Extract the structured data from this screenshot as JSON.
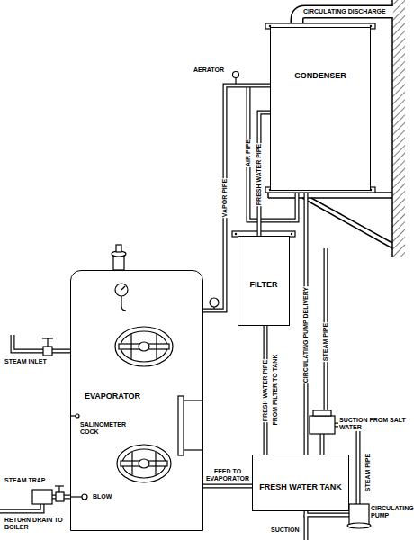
{
  "diagram": {
    "nodes": [
      {
        "text": [
          "CONDENSER"
        ]
      },
      {
        "text": [
          "FILTER"
        ]
      },
      {
        "text": [
          "EVAPORATOR"
        ]
      },
      {
        "text": [
          "FRESH WATER TANK"
        ]
      }
    ],
    "edges": [
      {
        "from": 2,
        "to": 0,
        "arrow": "none",
        "label": "VAPOR PIPE"
      },
      {
        "from": 0,
        "to": 1,
        "arrow": "none",
        "label": "FRESH WATER PIPE"
      },
      {
        "from": 1,
        "to": 3,
        "arrow": "none",
        "label": "FRESH WATER PIPE"
      },
      {
        "from": 3,
        "to": 2,
        "arrow": "none",
        "label": "FEED TO EVAPORATOR"
      }
    ],
    "labels": [
      "CIRCULATING DISCHARGE",
      "AERATOR",
      "AIR PIPE",
      "CIRCULATING PUMP DELIVERY",
      "FROM FILTER TO TANK",
      "STEAM PIPE",
      "SUCTION FROM SALT WATER",
      "STEAM PIPE",
      "CIRCULATING PUMP",
      "SUCTION",
      "STEAM INLET",
      "SALINOMETER COCK",
      "BLOW",
      "STEAM TRAP",
      "RETURN DRAIN TO BOILER"
    ]
  }
}
